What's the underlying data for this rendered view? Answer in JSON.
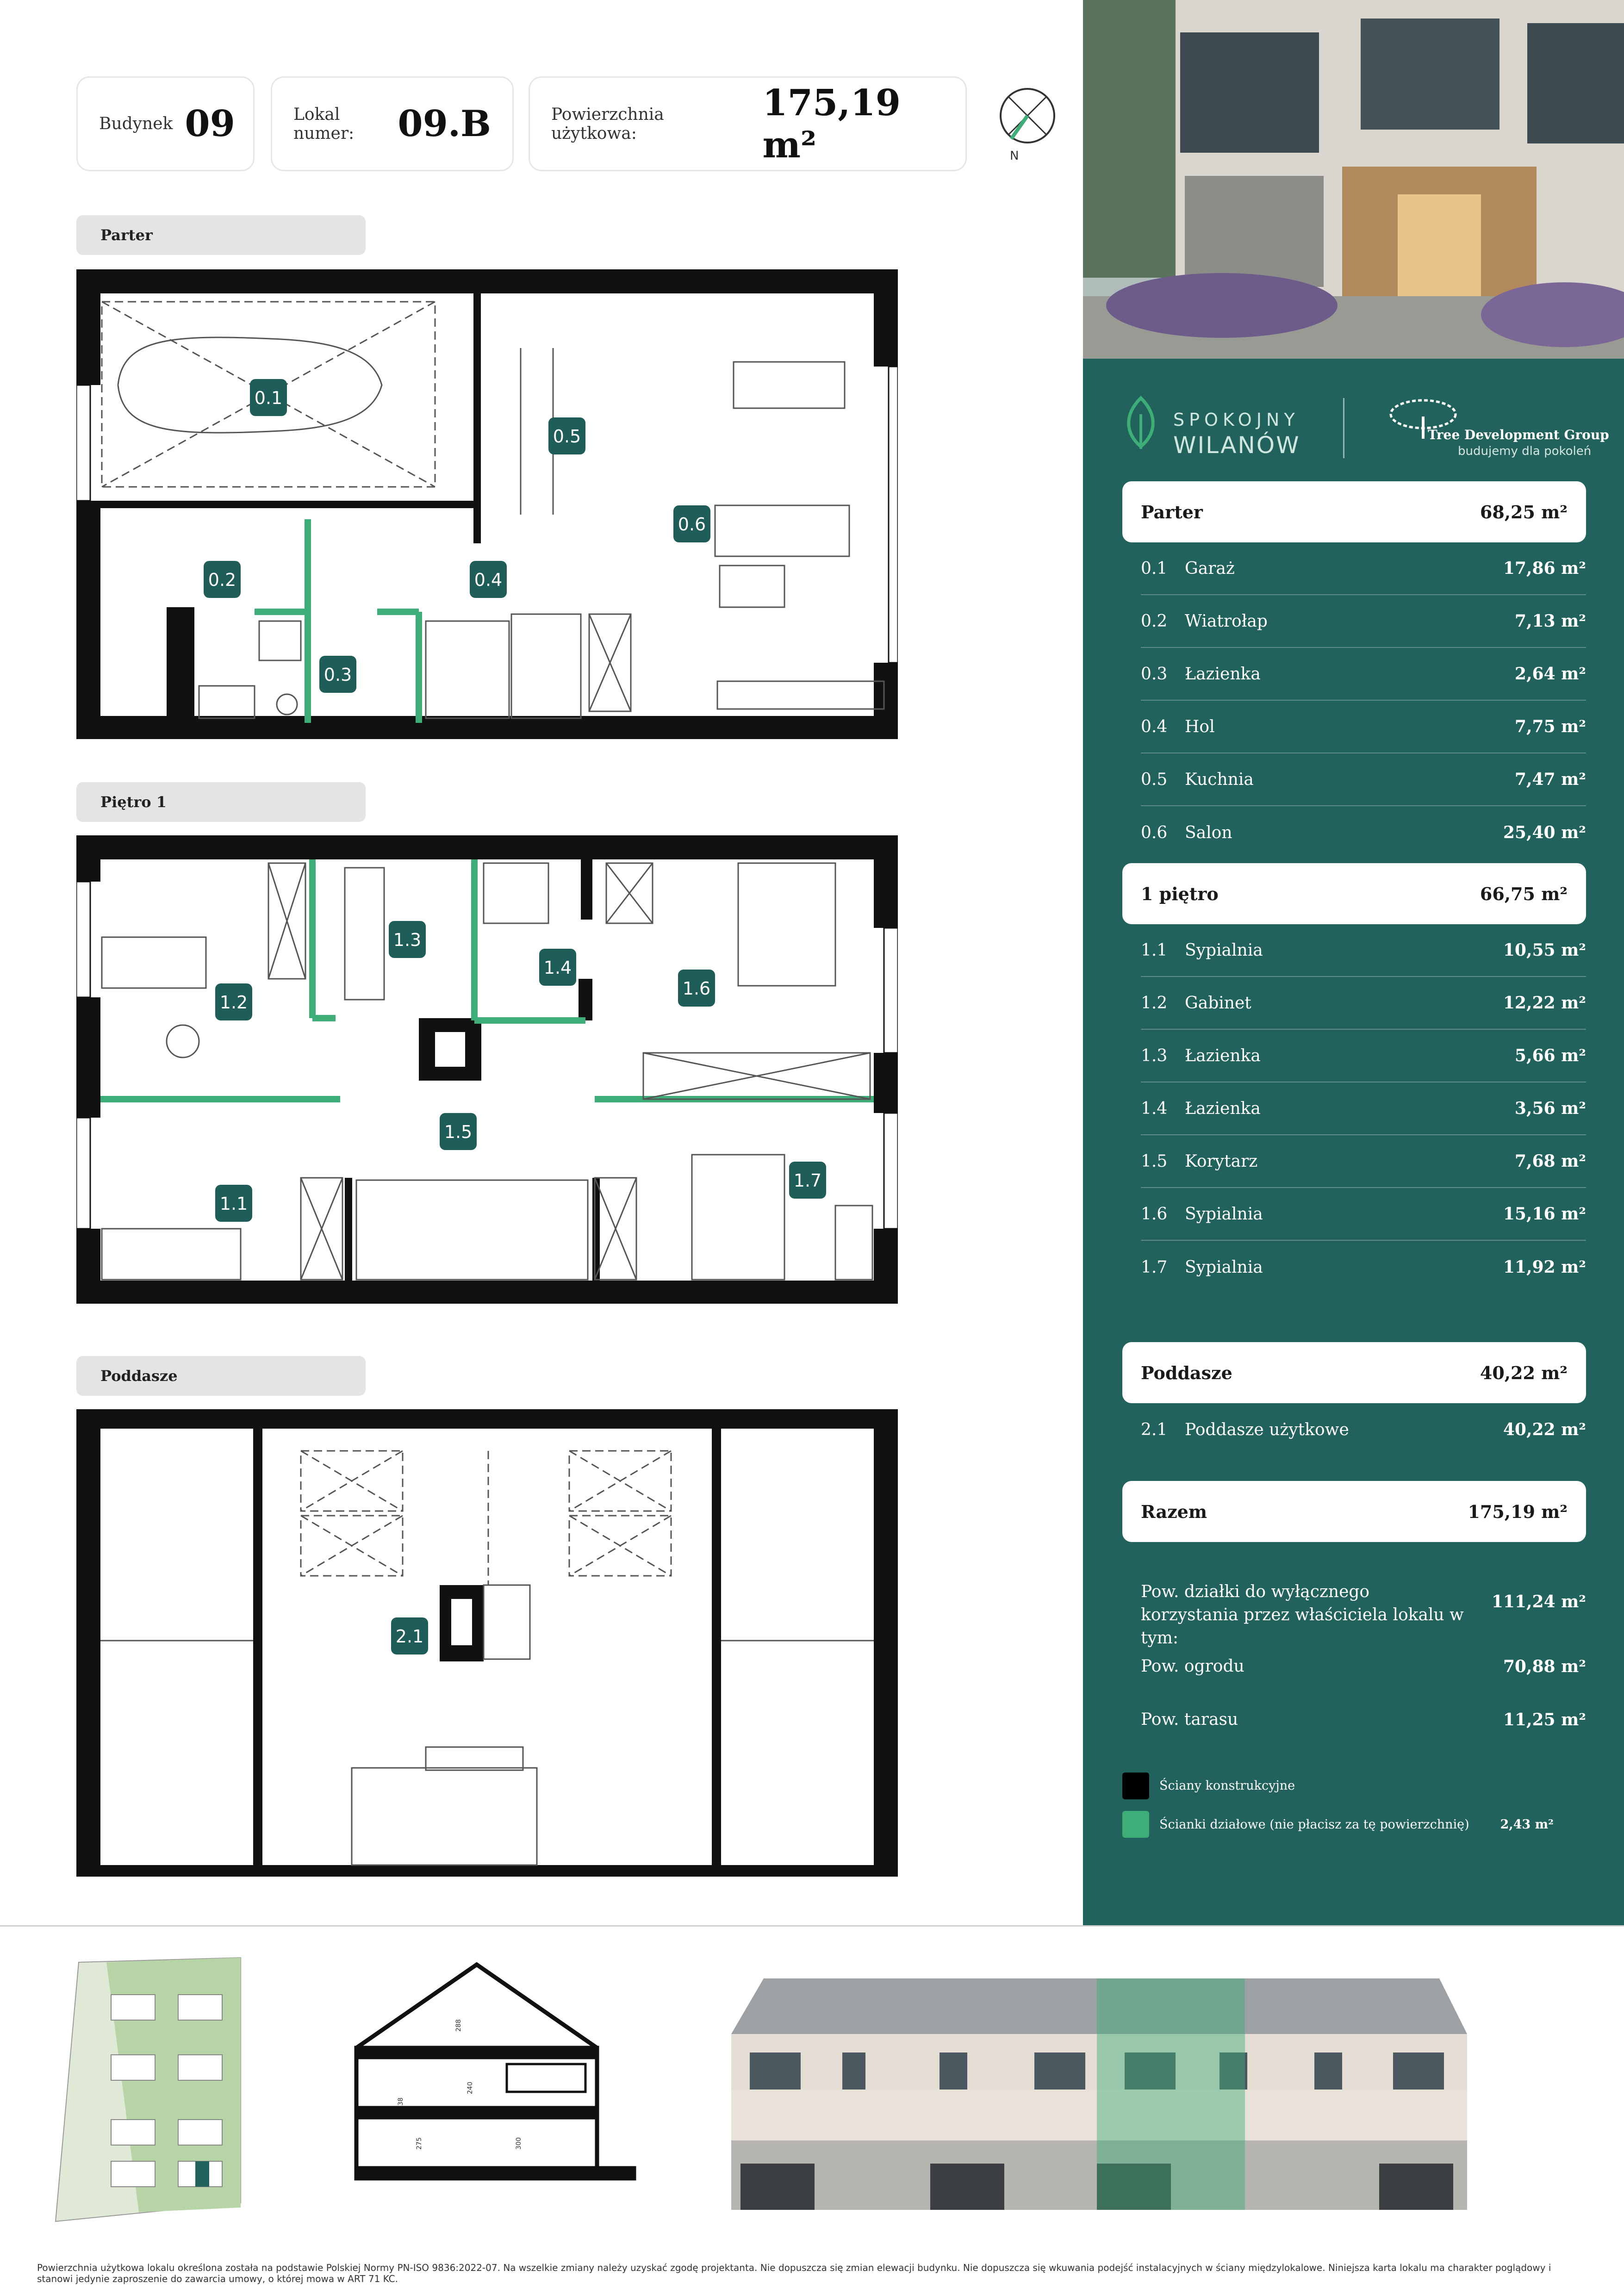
{
  "header": {
    "building_label": "Budynek",
    "building_value": "09",
    "unit_label": "Lokal numer:",
    "unit_value": "09.B",
    "area_label": "Powierzchnia użytkowa:",
    "area_value": "175,19 m²",
    "compass_label": "N"
  },
  "floors": {
    "ground": {
      "title": "Parter",
      "rooms": [
        {
          "no": "0.1",
          "name": "Garaż",
          "area": "17,86 m²"
        },
        {
          "no": "0.2",
          "name": "Wiatrołap",
          "area": "7,13 m²"
        },
        {
          "no": "0.3",
          "name": "Łazienka",
          "area": "2,64 m²"
        },
        {
          "no": "0.4",
          "name": "Hol",
          "area": "7,75 m²"
        },
        {
          "no": "0.5",
          "name": "Kuchnia",
          "area": "7,47 m²"
        },
        {
          "no": "0.6",
          "name": "Salon",
          "area": "25,40 m²"
        }
      ],
      "total": "68,25 m²"
    },
    "first": {
      "title": "Piętro 1",
      "table_title": "1 piętro",
      "rooms": [
        {
          "no": "1.1",
          "name": "Sypialnia",
          "area": "10,55 m²"
        },
        {
          "no": "1.2",
          "name": "Gabinet",
          "area": "12,22 m²"
        },
        {
          "no": "1.3",
          "name": "Łazienka",
          "area": "5,66 m²"
        },
        {
          "no": "1.4",
          "name": "Łazienka",
          "area": "3,56 m²"
        },
        {
          "no": "1.5",
          "name": "Korytarz",
          "area": "7,68 m²"
        },
        {
          "no": "1.6",
          "name": "Sypialnia",
          "area": "15,16 m²"
        },
        {
          "no": "1.7",
          "name": "Sypialnia",
          "area": "11,92 m²"
        }
      ],
      "total": "66,75 m²"
    },
    "attic": {
      "title": "Poddasze",
      "rooms": [
        {
          "no": "2.1",
          "name": "Poddasze użytkowe",
          "area": "40,22 m²"
        }
      ],
      "total": "40,22 m²"
    }
  },
  "totals": {
    "label": "Razem",
    "value": "175,19 m²",
    "plot_label": "Pow. działki do wyłącznego korzystania przez właściciela lokalu w tym:",
    "plot_value": "111,24 m²",
    "garden_label": "Pow. ogrodu",
    "garden_value": "70,88 m²",
    "terrace_label": "Pow. tarasu",
    "terrace_value": "11,25 m²"
  },
  "legend": {
    "structural_label": "Ściany konstrukcyjne",
    "partition_label": "Ścianki działowe (nie płacisz za tę powierzchnię)",
    "partition_value": "2,43 m²"
  },
  "brand": {
    "line1": "SPOKOJNY",
    "line2": "WILANÓW",
    "developer": "Tree Development Group",
    "tagline": "budujemy dla pokoleń"
  },
  "section_dims": [
    "288",
    "240",
    "38",
    "275",
    "300"
  ],
  "footnote": "Powierzchnia użytkowa lokalu określona została na podstawie Polskiej Normy PN-ISO 9836:2022-07. Na wszelkie zmiany należy uzyskać zgodę projektanta. Nie dopuszcza się zmian elewacji budynku. Nie dopuszcza się wkuwania podejść instalacyjnych w ściany międzylokalowe. Niniejsza karta lokalu ma charakter poglądowy i stanowi jedynie zaproszenie do zawarcia umowy, o której mowa w ART 71 KC.",
  "colors": {
    "panel": "#22625d",
    "badge": "#1f5d58",
    "partition_green": "#3dae77",
    "wall": "#111111"
  }
}
